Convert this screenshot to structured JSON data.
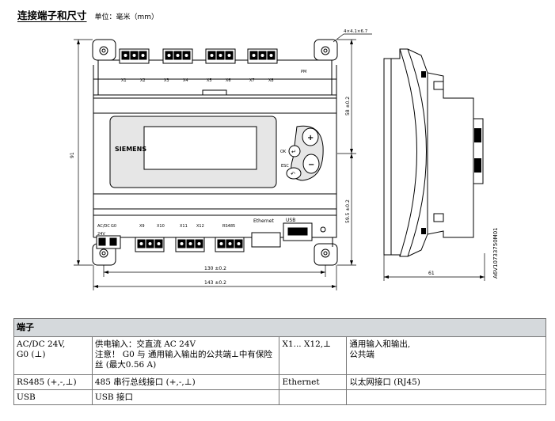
{
  "header": {
    "title": "连接端子和尺寸",
    "unit": "单位：毫米（mm）"
  },
  "drawing": {
    "brand": "SIEMENS",
    "ok_label": "OK",
    "esc_label": "ESC",
    "top_terminal_labels": [
      "X1",
      "X2",
      "X3",
      "X4",
      "X5",
      "X6",
      "X7",
      "X8"
    ],
    "pm_label": "PM",
    "bottom_terminal_labels": [
      "AC/DC",
      "G0",
      "X9",
      "X10",
      "X11",
      "X12",
      "RS485"
    ],
    "ac_label": "24V",
    "ethernet_label": "Ethernet",
    "usb_label": "USB",
    "dim_hole": "4×4.1×6.7",
    "dim_upper": "58 ±0.2",
    "dim_lower": "59.5 ±0.2",
    "dim_height": "91",
    "dim_hole_span": "130 ±0.2",
    "dim_width": "143 ±0.2",
    "dim_depth": "61",
    "doc_code": "A6V10733750M01"
  },
  "terminals_table": {
    "heading": "端子",
    "rows": [
      [
        "AC/DC 24V,\n G0 (⊥)",
        "供电输入：交直流 AC 24V\n注意！ G0 与 通用输入输出的公共端⊥中有保险丝 (最大0.56 A)",
        "X1... X12,⊥",
        "通用输入和输出,\n公共端"
      ],
      [
        "RS485 (+,-,⊥)",
        "485 串行总线接口 (+,-,⊥)",
        "Ethernet",
        "以太网接口 (RJ45)"
      ],
      [
        "USB",
        "USB 接口",
        "",
        ""
      ]
    ]
  }
}
